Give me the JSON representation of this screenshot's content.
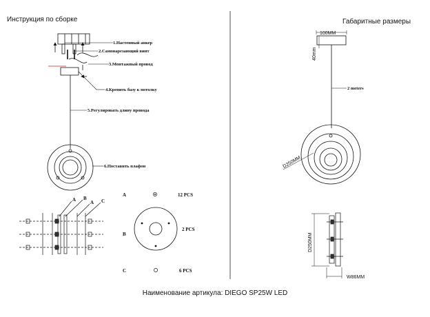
{
  "titles": {
    "assembly": "Инструкция по сборке",
    "dimensions": "Габаритные размеры"
  },
  "article": "Наименование артикула: DIEGO SP25W LED",
  "steps": [
    "1.Настенный анкер",
    "2.Самонарезающий винт",
    "3.Монтажный провод",
    "4.Крепить базу к потолку",
    "5.Регулировать длину провода",
    "6.Поставить плафон"
  ],
  "dimensions": {
    "canopy_width": "100MM",
    "canopy_height": "40mm",
    "wire_length": "2 meters",
    "shade_diameter": "D250MM",
    "side_height": "D250MM",
    "side_width": "W86MM"
  },
  "layer_labels": [
    "A",
    "B",
    "A",
    "C"
  ],
  "parts": [
    {
      "letter": "A",
      "qty": "12 PCS"
    },
    {
      "letter": "B",
      "qty": "2 PCS"
    },
    {
      "letter": "C",
      "qty": "6 PCS"
    }
  ]
}
